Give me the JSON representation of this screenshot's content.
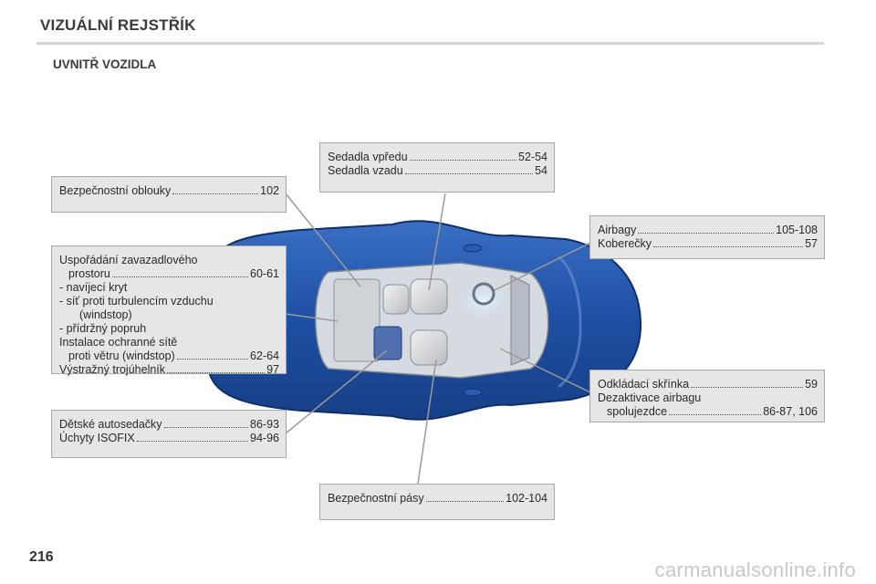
{
  "header": {
    "title": "VIZUÁLNÍ REJSTŘÍK"
  },
  "section": {
    "title": "UVNITŘ VOZIDLA"
  },
  "boxes": {
    "roll_bars": {
      "label": "Bezpečnostní oblouky",
      "page": "102"
    },
    "seats": {
      "front_label": "Sedadla vpředu",
      "front_page": "52-54",
      "rear_label": "Sedadla vzadu",
      "rear_page": "54"
    },
    "airbags": {
      "airbags_label": "Airbagy",
      "airbags_page": "105-108",
      "mats_label": "Koberečky",
      "mats_page": "57"
    },
    "luggage": {
      "line1": "Uspořádání zavazadlového",
      "line2_label": "prostoru",
      "line2_page": "60-61",
      "item1": "-  navíjecí kryt",
      "item2a": "-  síť proti turbulencím vzduchu",
      "item2b": "(windstop)",
      "item3": "-  přídržný popruh",
      "net_line1": "Instalace ochranné sítě",
      "net_line2_label": "proti větru (windstop)",
      "net_line2_page": "62-64",
      "triangle_label": "Výstražný trojúhelník",
      "triangle_page": "97"
    },
    "glovebox": {
      "glove_label": "Odkládací skřínka",
      "glove_page": "59",
      "deact_line1": "Dezaktivace airbagu",
      "deact_label": "spolujezdce",
      "deact_page": "86-87, 106"
    },
    "child_seats": {
      "child_label": "Dětské autosedačky",
      "child_page": "86-93",
      "isofix_label": "Úchyty ISOFIX",
      "isofix_page": "94-96"
    },
    "seatbelts": {
      "label": "Bezpečnostní pásy",
      "page": "102-104"
    }
  },
  "footer": {
    "page_number": "216",
    "watermark": "carmanualsonline.info"
  },
  "colors": {
    "car_body": "#1d4fa3",
    "box_bg": "#e6e6e6",
    "box_border": "#a8a8a8",
    "leader": "#9a9a9a"
  }
}
